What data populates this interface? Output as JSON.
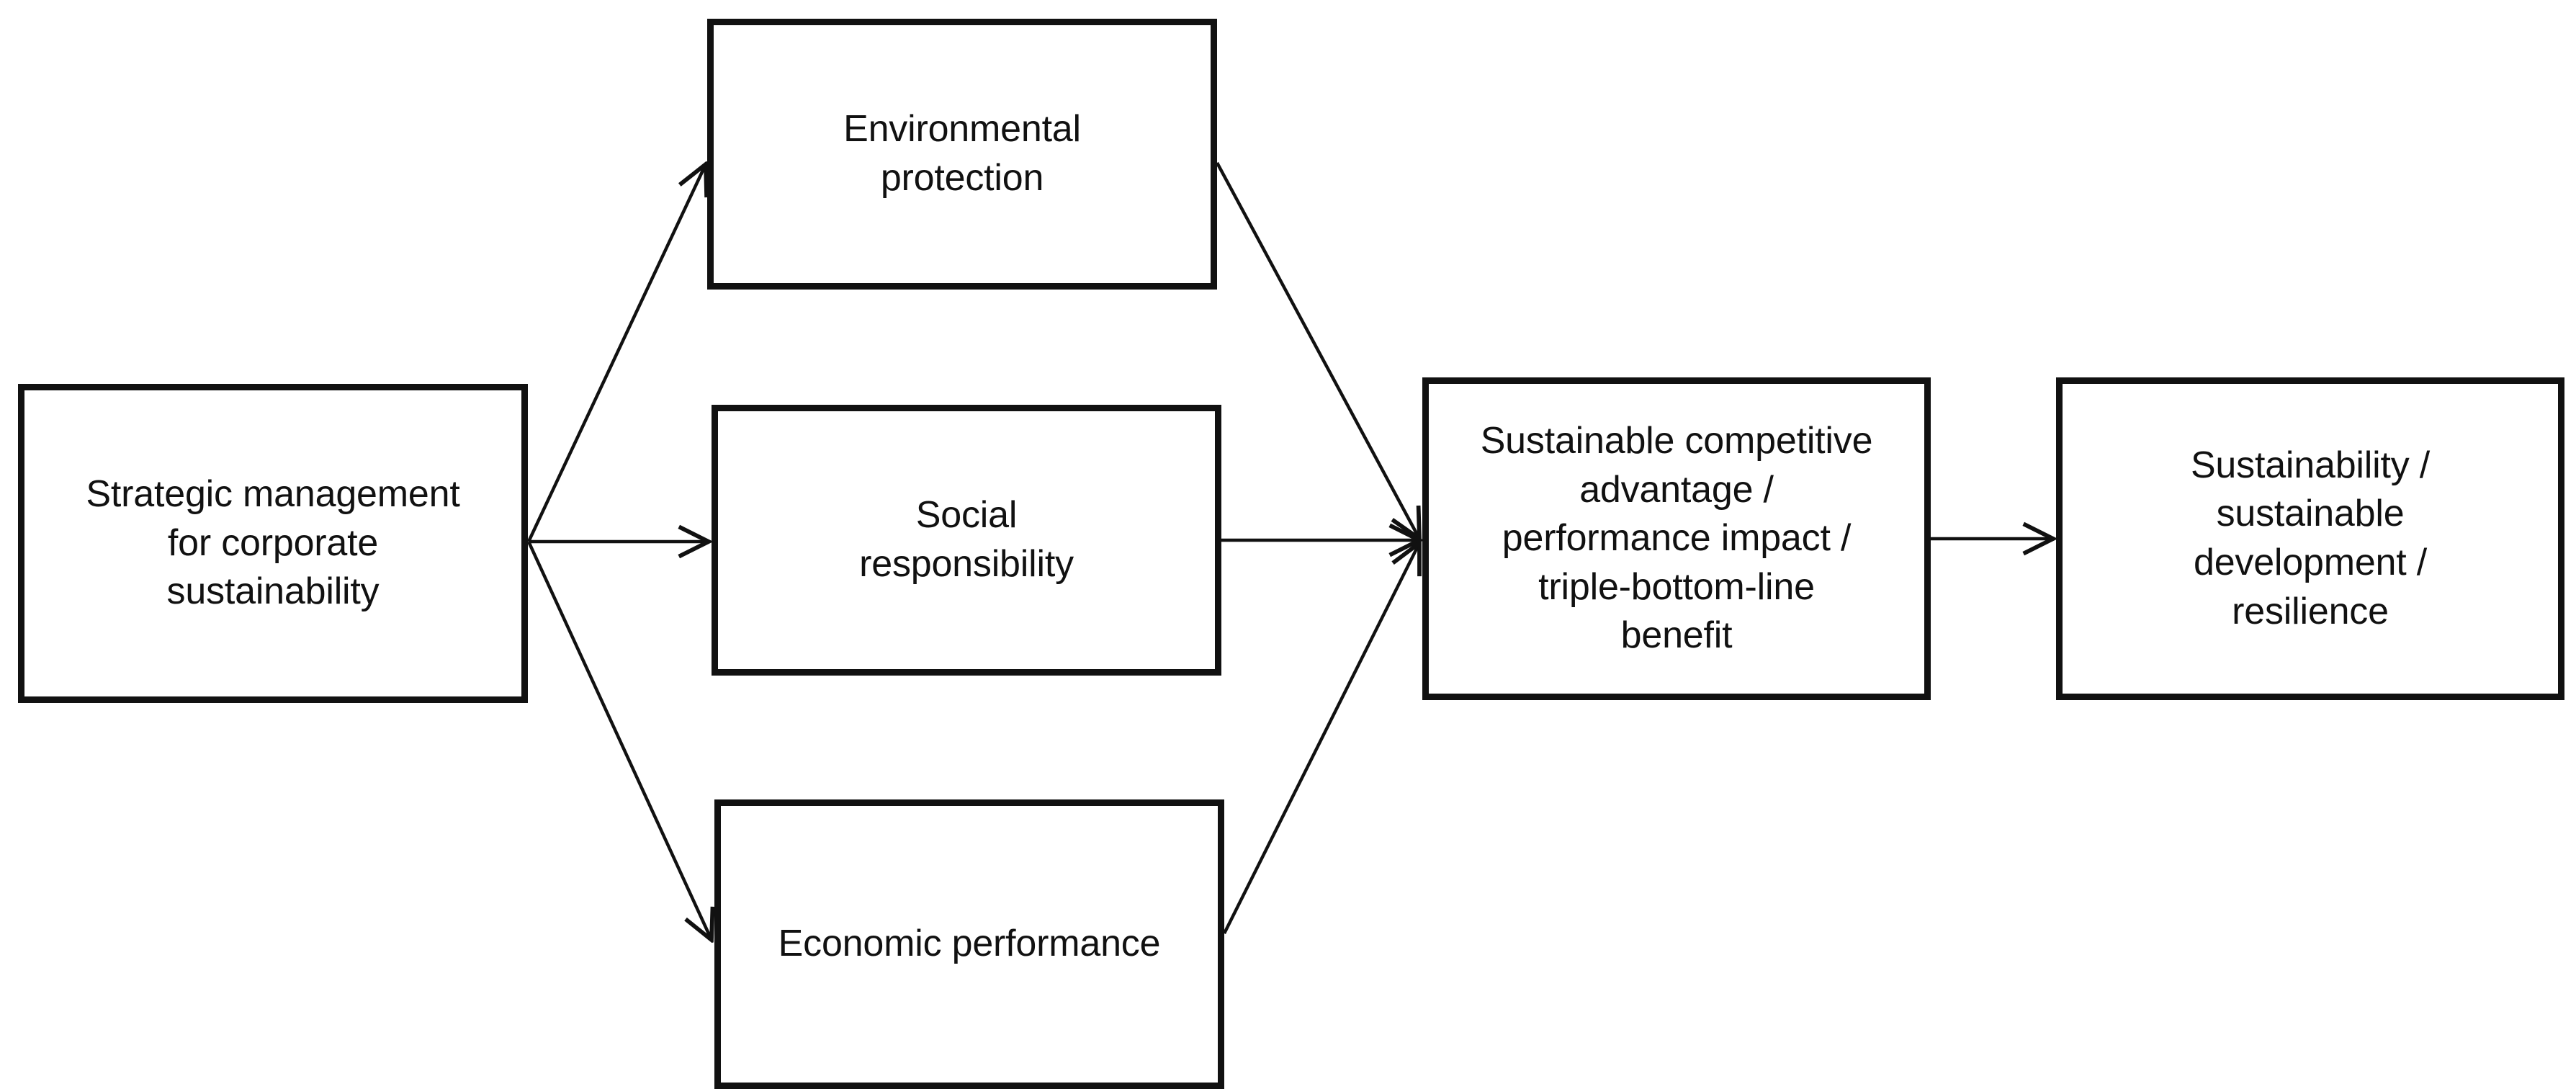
{
  "diagram": {
    "type": "flow-diagram",
    "background_color": "#ffffff",
    "line_color": "#111111",
    "text_color": "#111111",
    "nodes": [
      {
        "id": "strategic",
        "label": "Strategic management\nfor corporate\nsustainability",
        "column": 1
      },
      {
        "id": "environmental",
        "label": "Environmental\nprotection",
        "column": 2
      },
      {
        "id": "social",
        "label": "Social\nresponsibility",
        "column": 2
      },
      {
        "id": "economic",
        "label": "Economic performance",
        "column": 2
      },
      {
        "id": "advantage",
        "label": "Sustainable competitive\nadvantage /\nperformance impact /\ntriple-bottom-line\nbenefit",
        "column": 3
      },
      {
        "id": "sustainability",
        "label": "Sustainability /\nsustainable\ndevelopment /\nresilience",
        "column": 4
      }
    ],
    "edges": [
      {
        "id": "edge-strategic-environmental",
        "from": "strategic",
        "to": "environmental",
        "arrowhead": true,
        "style": "solid"
      },
      {
        "id": "edge-strategic-social",
        "from": "strategic",
        "to": "social",
        "arrowhead": true,
        "style": "solid"
      },
      {
        "id": "edge-strategic-economic",
        "from": "strategic",
        "to": "economic",
        "arrowhead": true,
        "style": "solid"
      },
      {
        "id": "edge-environmental-advantage",
        "from": "environmental",
        "to": "advantage",
        "arrowhead": true,
        "style": "solid"
      },
      {
        "id": "edge-social-advantage",
        "from": "social",
        "to": "advantage",
        "arrowhead": true,
        "style": "solid"
      },
      {
        "id": "edge-economic-advantage",
        "from": "economic",
        "to": "advantage",
        "arrowhead": true,
        "style": "solid"
      },
      {
        "id": "edge-advantage-sustainability",
        "from": "advantage",
        "to": "sustainability",
        "arrowhead": true,
        "style": "solid"
      }
    ]
  }
}
